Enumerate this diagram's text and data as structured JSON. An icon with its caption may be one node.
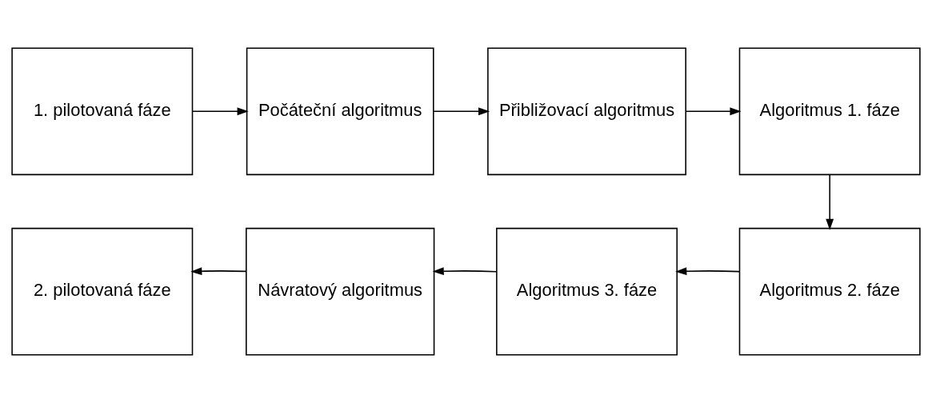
{
  "diagram": {
    "nodes": [
      {
        "text": [
          "1. pilotovaná fáze"
        ]
      },
      {
        "text": [
          "Počáteční algoritmus"
        ]
      },
      {
        "text": [
          "Přibližovací algoritmus"
        ]
      },
      {
        "text": [
          "Algoritmus 1. fáze"
        ]
      },
      {
        "text": [
          "2. pilotovaná fáze"
        ]
      },
      {
        "text": [
          "Návratový algoritmus"
        ]
      },
      {
        "text": [
          "Algoritmus 3. fáze"
        ]
      },
      {
        "text": [
          "Algoritmus 2. fáze"
        ]
      }
    ],
    "edges": [
      {
        "from": 0,
        "to": 1,
        "arrow": "to"
      },
      {
        "from": 1,
        "to": 2,
        "arrow": "to"
      },
      {
        "from": 2,
        "to": 3,
        "arrow": "to"
      },
      {
        "from": 3,
        "to": 7,
        "arrow": "to"
      },
      {
        "from": 7,
        "to": 6,
        "arrow": "to"
      },
      {
        "from": 6,
        "to": 5,
        "arrow": "to"
      },
      {
        "from": 5,
        "to": 4,
        "arrow": "to"
      }
    ]
  }
}
